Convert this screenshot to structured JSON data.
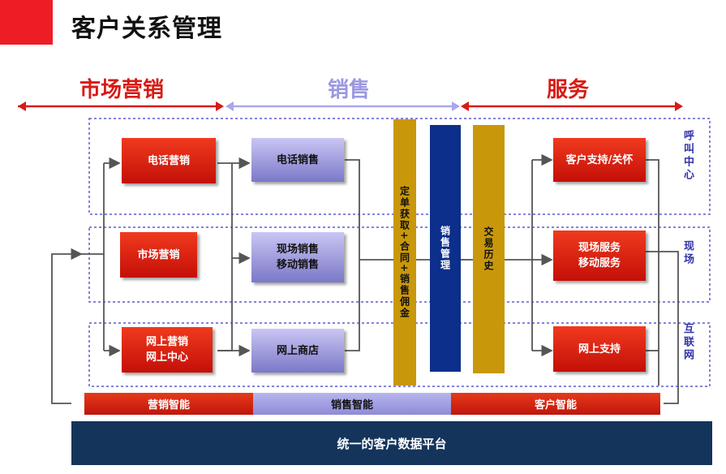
{
  "title": "客户关系管理",
  "phases": {
    "marketing": "市场营销",
    "sales": "销售",
    "service": "服务"
  },
  "marketing_boxes": {
    "phone": "电话营销",
    "market": "市场营销",
    "online": "网上营销\n网上中心"
  },
  "sales_boxes": {
    "phone": "电话销售",
    "field": "现场销售\n移动销售",
    "shop": "网上商店"
  },
  "vertical_bars": {
    "order": "定单获取+合同+销售佣金",
    "sales_mgmt": "销售管理",
    "history": "交易历史"
  },
  "service_boxes": {
    "support": "客户支持/关怀",
    "field": "现场服务\n移动服务",
    "online": "网上支持"
  },
  "side_labels": {
    "call_center": "呼叫中心",
    "field": "现场",
    "internet": "互联网"
  },
  "bottom_bands": {
    "marketing": "营销智能",
    "sales": "销售智能",
    "customer": "客户智能"
  },
  "platform": "统一的客户数据平台",
  "colors": {
    "accent_red": "#ee1c25",
    "box_red": "#d41e10",
    "box_purple": "#9e9be0",
    "gold": "#c9970a",
    "navy": "#0b2f8a",
    "platform_navy": "#14345c",
    "dotted_border": "#5a5ad6"
  }
}
